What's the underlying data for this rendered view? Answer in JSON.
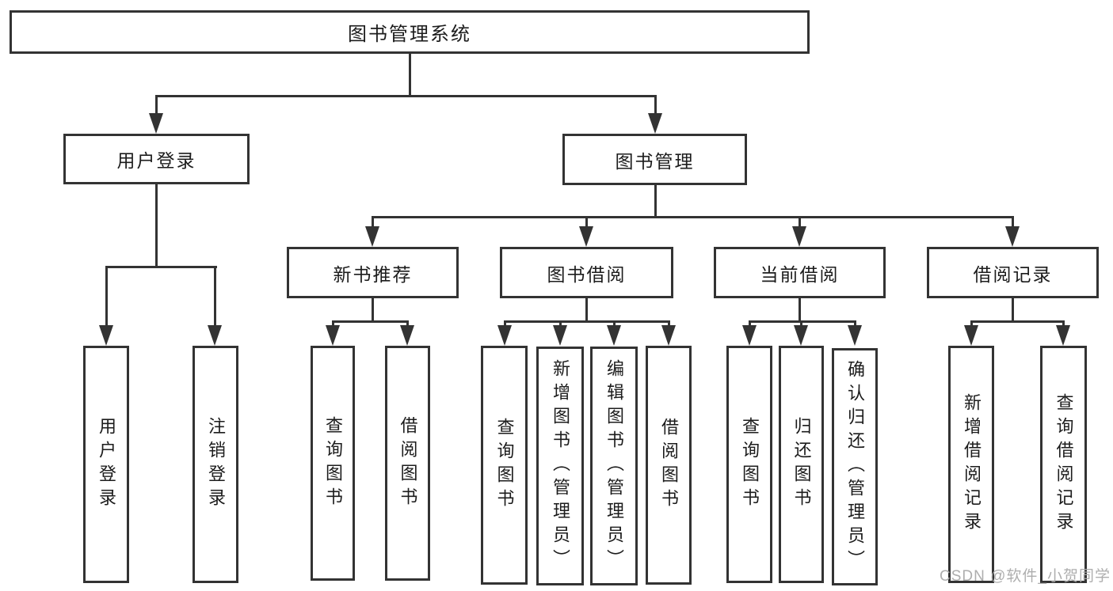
{
  "diagram": {
    "title": "图书管理系统",
    "branches": [
      {
        "label": "用户登录",
        "children": [
          {
            "label": "用户登录"
          },
          {
            "label": "注销登录"
          }
        ]
      },
      {
        "label": "图书管理",
        "children": [
          {
            "label": "新书推荐",
            "children": [
              {
                "label": "查询图书"
              },
              {
                "label": "借阅图书"
              }
            ]
          },
          {
            "label": "图书借阅",
            "children": [
              {
                "label": "查询图书"
              },
              {
                "label": "新增图书（管理员）"
              },
              {
                "label": "编辑图书（管理员）"
              },
              {
                "label": "借阅图书"
              }
            ]
          },
          {
            "label": "当前借阅",
            "children": [
              {
                "label": "查询图书"
              },
              {
                "label": "归还图书"
              },
              {
                "label": "确认归还（管理员）"
              }
            ]
          },
          {
            "label": "借阅记录",
            "children": [
              {
                "label": "新增借阅记录"
              },
              {
                "label": "查询借阅记录"
              }
            ]
          }
        ]
      }
    ]
  },
  "watermark": {
    "text": "CSDN @软件_小贺同学"
  },
  "colors": {
    "line": "#333333",
    "box_border": "#333333",
    "text": "#1c1c1c",
    "watermark": "#aaaaaa",
    "background": "#ffffff"
  }
}
